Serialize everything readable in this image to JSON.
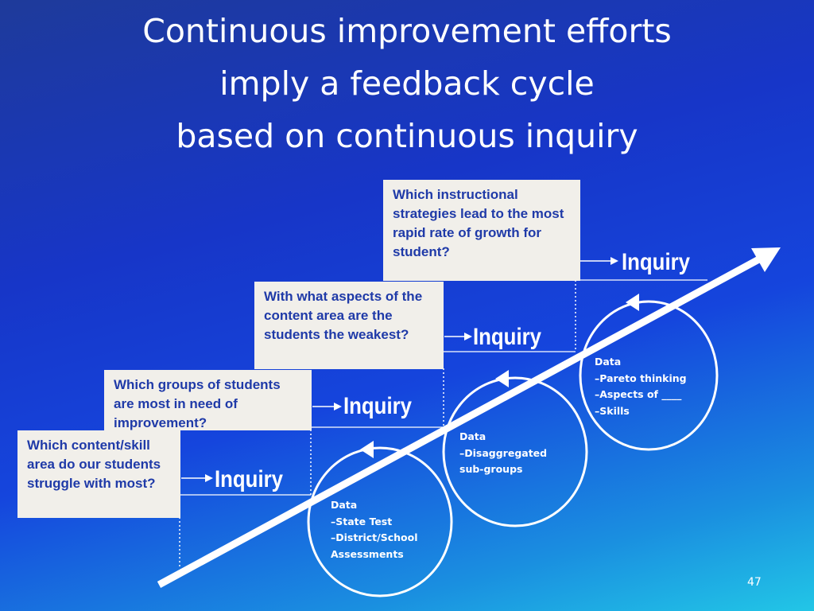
{
  "title": {
    "line1": "Continuous improvement efforts",
    "line2": "imply a feedback cycle",
    "line3": "based on continuous inquiry"
  },
  "steps": [
    {
      "question": "Which content/skill area do our students struggle with most?",
      "inquiry": "Inquiry",
      "data_heading": "Data",
      "data_items": [
        "–State Test",
        "–District/School",
        "Assessments"
      ]
    },
    {
      "question": "Which groups of students are most in need of improvement?",
      "inquiry": "Inquiry",
      "data_heading": "Data",
      "data_items": [
        "–Disaggregated",
        "sub-groups"
      ]
    },
    {
      "question": "With what aspects of the content area are the students the weakest?",
      "inquiry": "Inquiry",
      "data_heading": "Data",
      "data_items": [
        "–Pareto thinking",
        "–Aspects of ____",
        "–Skills"
      ]
    },
    {
      "question": "Which instructional strategies lead to the most rapid rate of growth for student?",
      "inquiry": "Inquiry"
    }
  ],
  "page_number": "47",
  "colors": {
    "box_fill": "#f1efea",
    "box_text": "#1f3aa8",
    "line": "#ffffff"
  }
}
